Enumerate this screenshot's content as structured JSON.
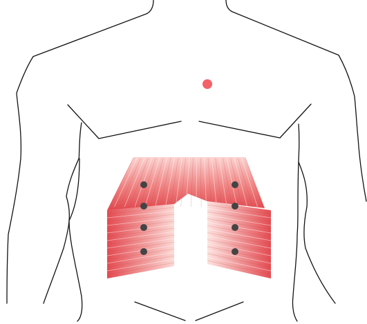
{
  "colors": {
    "background": "#ffffff",
    "outline": "#111111",
    "muscle_dark": "#e0484e",
    "muscle_light": "#fde2df",
    "marker": "#444444",
    "highlight": "#f26268"
  },
  "muscle_points": [
    {
      "side": "left",
      "level": 1
    },
    {
      "side": "left",
      "level": 2
    },
    {
      "side": "left",
      "level": 3
    },
    {
      "side": "left",
      "level": 4
    },
    {
      "side": "right",
      "level": 1
    },
    {
      "side": "right",
      "level": 2
    },
    {
      "side": "right",
      "level": 3
    },
    {
      "side": "right",
      "level": 4
    }
  ]
}
